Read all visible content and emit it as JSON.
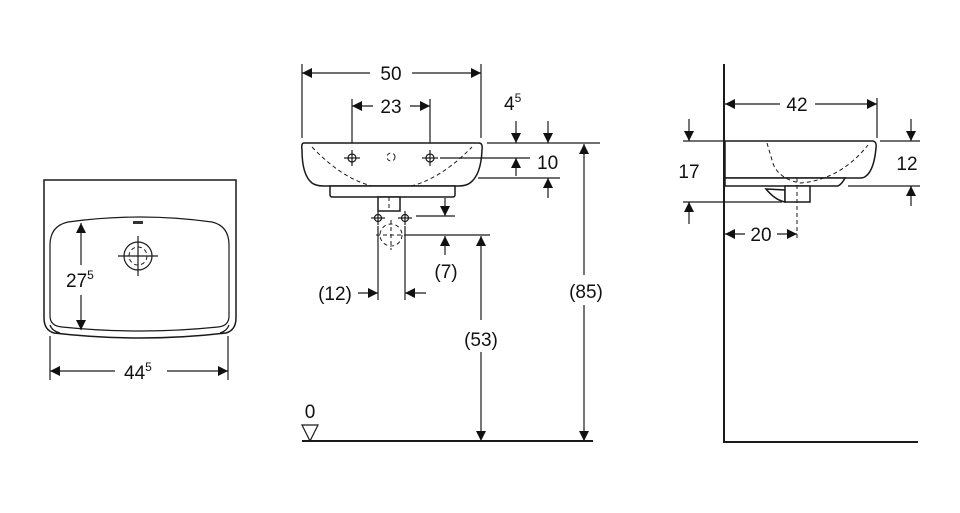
{
  "title": "Washbasin dimension drawing",
  "top_view": {
    "depth_label": {
      "main": "27",
      "sup": "5"
    },
    "width_label": {
      "main": "44",
      "sup": "5"
    }
  },
  "front_view": {
    "width_label": "50",
    "tap_spacing_label": "23",
    "rim_label": {
      "main": "4",
      "sup": "5"
    },
    "tap_height_label": "10",
    "waste_offset_label": "(12)",
    "waste_height_offset_label": "(7)",
    "waste_height_label": "(53)",
    "total_height_label": "(85)",
    "floor_label": "0"
  },
  "side_view": {
    "projection_label": "42",
    "height_label": "17",
    "bowl_height_label": "12",
    "drain_offset_label": "20"
  }
}
